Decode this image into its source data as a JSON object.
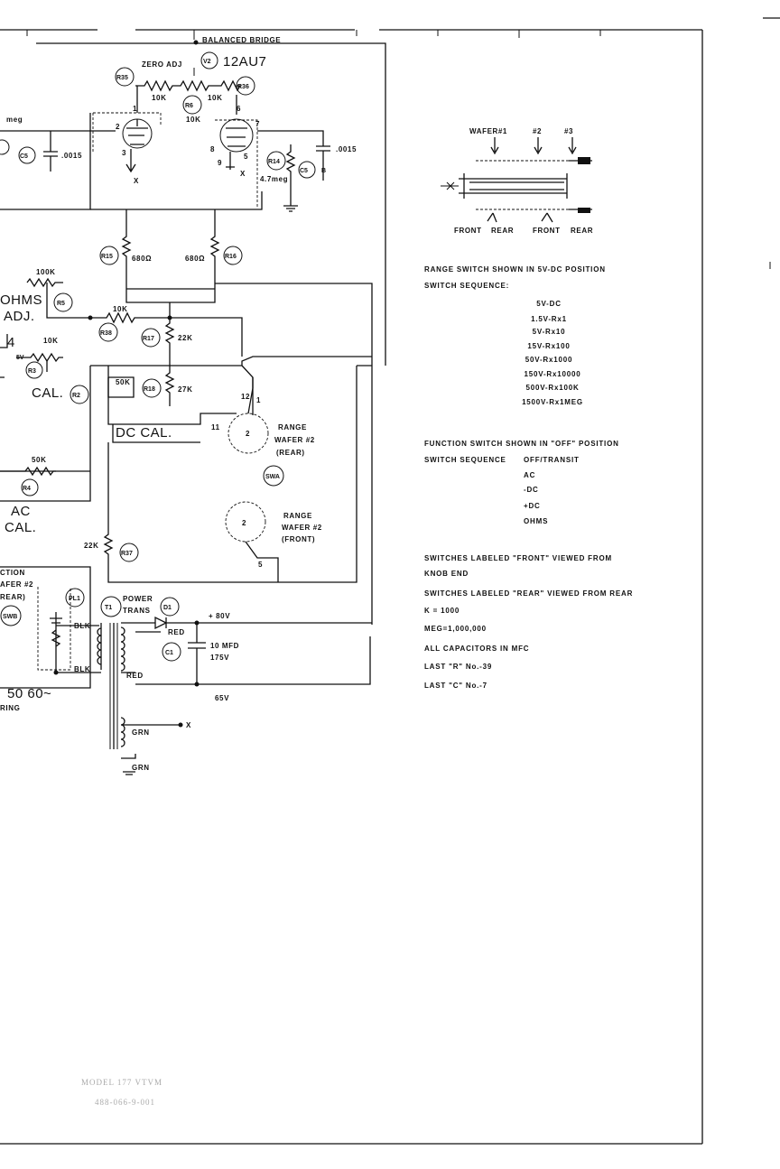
{
  "schematic": {
    "bridge_title": "BALANCED BRIDGE",
    "zero_adj": "ZERO ADJ",
    "tube_ref": "V2",
    "tube_type": "12AU7",
    "r35": "R35",
    "r36": "R36",
    "r6": "R6",
    "r6_value": "10K",
    "r35_value": "10K",
    "r36_value": "10K",
    "left_meg": "meg",
    "c5_left": "C5",
    "c5_left_value": ".0015",
    "c5_right": "C5",
    "c5_right_suffix": "B",
    "c5_right_value": ".0015",
    "r14": "R14",
    "r14_value": "4.7meg",
    "pin1": "1",
    "pin2": "2",
    "pin3": "3",
    "pin6": "6",
    "pin7": "7",
    "pin8": "8",
    "pin9": "9",
    "pin5": "5",
    "x_left": "X",
    "x_right": "X",
    "r15": "R15",
    "r15_value": "680Ω",
    "r16": "R16",
    "r16_value": "680Ω",
    "r5_value": "100K",
    "r5": "R5",
    "ohms_adj_1": "OHMS",
    "ohms_adj_2": "ADJ.",
    "r38": "R38",
    "r38_value": "10K",
    "r17": "R17",
    "r17_value": "22K",
    "pin4": "4",
    "r3_value": "10K",
    "r3_sv": "5V",
    "r3": "R3",
    "cal": "CAL.",
    "r2": "R2",
    "dc_pot_value": "50K",
    "r18": "R18",
    "r18_value": "27K",
    "dc_cal": "DC CAL.",
    "wafer_rear_pin12": "12",
    "wafer_rear_pin1": "1",
    "wafer_rear_pin11": "11",
    "wafer_rear_pin2": "2",
    "range_rear_1": "RANGE",
    "range_rear_2": "WAFER #2",
    "range_rear_3": "(REAR)",
    "swa": "SWA",
    "ac_pot_value": "50K",
    "r4": "R4",
    "ac_cal_1": "AC",
    "ac_cal_2": "CAL.",
    "range_front_1": "RANGE",
    "range_front_2": "WAFER #2",
    "range_front_3": "(FRONT)",
    "front_pin2": "2",
    "front_pin5": "5",
    "r37_value": "22K",
    "r37": "R37",
    "function_1": "CTION",
    "function_2": "AFER #2",
    "function_3": "REAR)",
    "swb": "SWB",
    "pl1": "PL1",
    "blk_top": "BLK",
    "blk_bottom": "BLK",
    "t1": "T1",
    "power_1": "POWER",
    "power_2": "TRANS",
    "d1": "D1",
    "plus_80v": "+ 80V",
    "red_top": "RED",
    "red_bottom": "RED",
    "c1": "C1",
    "c1_value_1": "10 MFD",
    "c1_value_2": "175V",
    "v65": "65V",
    "grn_top": "GRN",
    "grn_bottom": "GRN",
    "x_grn": "X",
    "line_freq": "50  60~",
    "ring": "RING"
  },
  "wafer_diagram": {
    "wafer1": "WAFER#1",
    "wafer2": "#2",
    "wafer3": "#3",
    "front1": "FRONT",
    "rear1": "REAR",
    "front2": "FRONT",
    "rear2": "REAR"
  },
  "notes": {
    "range_heading": "RANGE SWITCH SHOWN IN 5V-DC POSITION",
    "range_sequence_label": "SWITCH  SEQUENCE:",
    "range_sequence": [
      "5V-DC",
      "1.5V-Rx1",
      "5V-Rx10",
      "15V-Rx100",
      "50V-Rx1000",
      "150V-Rx10000",
      "500V-Rx100K",
      "1500V-Rx1MEG"
    ],
    "function_heading": "FUNCTION  SWITCH  SHOWN IN \"OFF\" POSITION",
    "function_sequence_label": "SWITCH  SEQUENCE",
    "function_sequence": [
      "OFF/TRANSIT",
      "AC",
      "-DC",
      "+DC",
      "OHMS"
    ],
    "front_note_1": "SWITCHES  LABELED  \"FRONT\"  VIEWED  FROM",
    "front_note_2": "KNOB END",
    "rear_note": "SWITCHES LABELED \"REAR\" VIEWED FROM REAR",
    "k_note": "K = 1000",
    "meg_note": "MEG=1,000,000",
    "cap_note": "ALL CAPACITORS IN MFC",
    "last_r": "LAST \"R\" No.-39",
    "last_c": "LAST \"C\" No.-7"
  },
  "footer": {
    "model": "MODEL 177 VTVM",
    "part": "488-066-9-001"
  }
}
